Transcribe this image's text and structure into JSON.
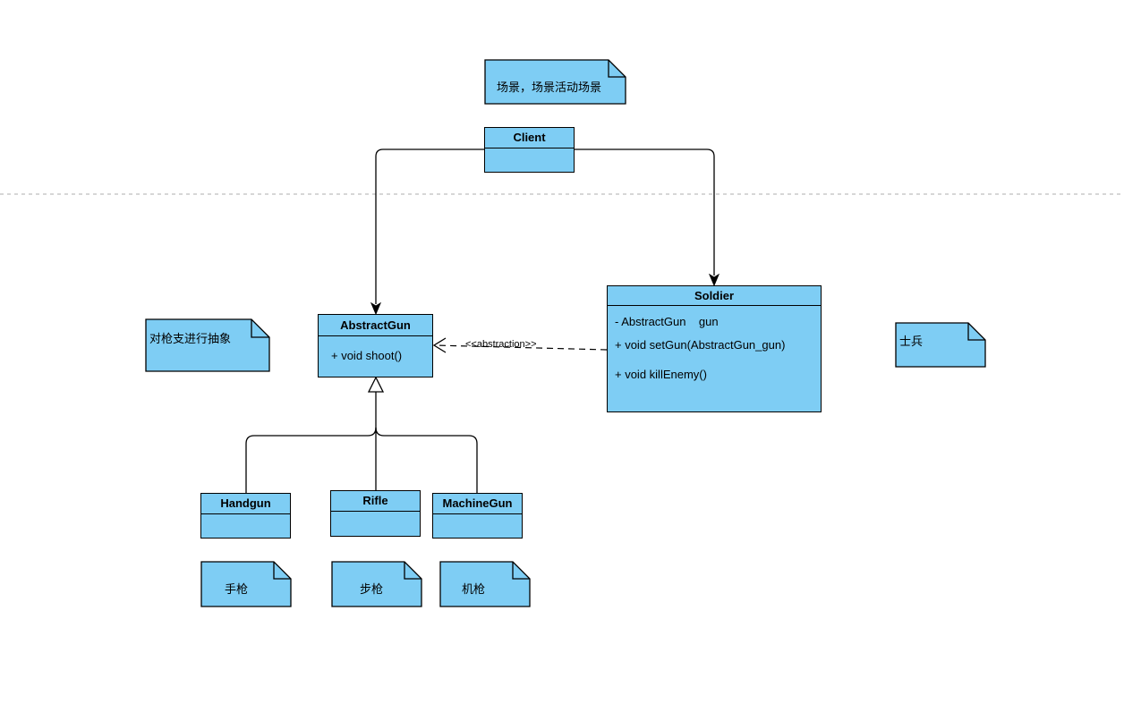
{
  "colors": {
    "fill": "#7ecdf4",
    "stroke": "#000000",
    "divider": "#c8c8c8"
  },
  "notes": {
    "scene": "场景，场景活动场景",
    "abstraction": "对枪支进行抽象",
    "soldier": "士兵",
    "handgun": "手枪",
    "rifle": "步枪",
    "machinegun": "机枪"
  },
  "classes": {
    "client": {
      "name": "Client"
    },
    "abstract_gun": {
      "name": "AbstractGun",
      "members": [
        "+ void shoot()"
      ]
    },
    "soldier": {
      "name": "Soldier",
      "members": [
        "- AbstractGun    gun",
        "+ void setGun(AbstractGun_gun)",
        "+ void killEnemy()"
      ]
    },
    "handgun": {
      "name": "Handgun"
    },
    "rifle": {
      "name": "Rifle"
    },
    "machinegun": {
      "name": "MachineGun"
    }
  },
  "edges": {
    "dependency_label": "<<abstraction>>"
  }
}
